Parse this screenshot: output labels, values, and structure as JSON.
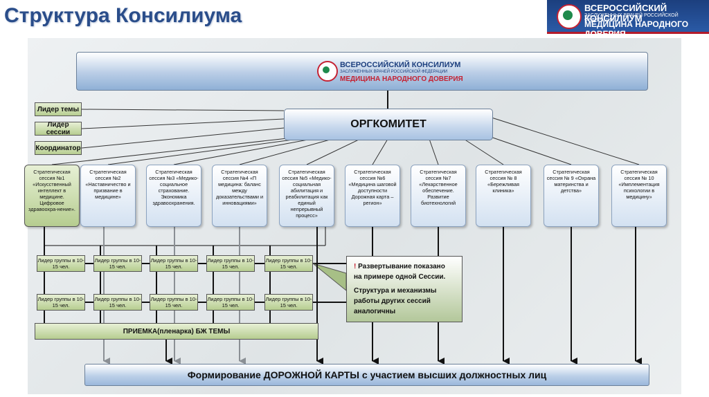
{
  "title": "Структура Консилиума",
  "brand": {
    "line1": "ВСЕРОССИЙСКИЙ КОНСИЛИУМ",
    "line2": "ЗАСЛУЖЕННЫХ ВРАЧЕЙ РОССИЙСКОЙ ФЕДЕРАЦИИ",
    "line3": "МЕДИЦИНА НАРОДНОГО ДОВЕРИЯ"
  },
  "orgcommittee": "ОРГКОМИТЕТ",
  "roles": [
    "Лидер темы",
    "Лидер сессии",
    "Координатор"
  ],
  "sessions": [
    "Стратегическая сессия №1 «Искусственный интеллект в медицине. Цифровое здравоохра-нение».",
    "Стратегическая сессия №2 «Наставничество и призвание в медицине»",
    "Стратегическая сессия №3 «Медико-социальное страхование. Экономика здравоохранения.",
    "Стратегическая сессия №4 «П медицина: баланс между доказательствами и инновациями»",
    "Стратегическая сессия №5 «Медико-социальная абилитация и реабилитация как единый непрерывный процесс»",
    "Стратегическая сессия №6 «Медицина шаговой доступности Дорожная карта – регион»",
    "Стратегическая сессия №7 «Лекарственное обеспечение. Развитие биотехнологий",
    "Стратегическая сессия № 8 «Бережливая клиника»",
    "Стратегическая сессия № 9 «Охрана материнства и детства»",
    "Стратегическая сессия № 10 «Имплементация психологии в медицину»"
  ],
  "group_leader": "Лидер группы в 10-15 чел.",
  "plenary": "ПРИЕМКА(пленарка) БЖ ТЕМЫ",
  "callout": {
    "mark": "!",
    "text1": "Развертывание показано на примере одной Сессии.",
    "text2": "Структура и механизмы работы других сессий аналогичны"
  },
  "roadmap": "Формирование ДОРОЖНОЙ КАРТЫ с участием высших должностных лиц",
  "colors": {
    "title": "#2a4d8a",
    "green_box": "#b6cd90",
    "blue_box": "#bcd0e8",
    "accent_red": "#c52233"
  }
}
